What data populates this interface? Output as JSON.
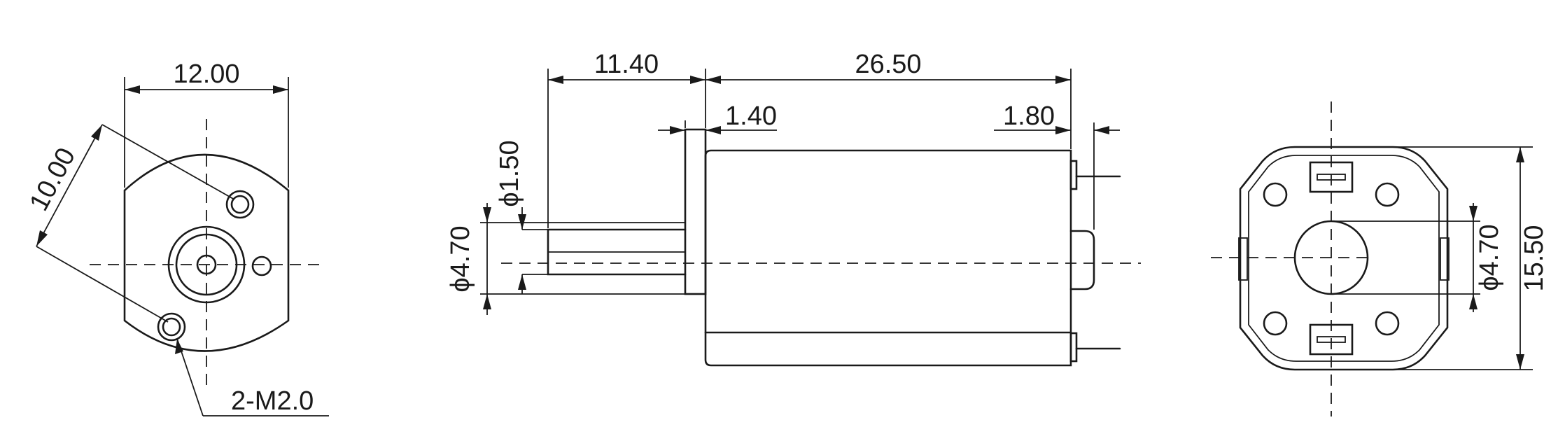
{
  "drawing": {
    "left_view": {
      "width_dim": "12.00",
      "hole_spacing_dim": "10.00",
      "thread_note": "2-M2.0"
    },
    "side_view": {
      "shaft_length_dim": "11.40",
      "body_length_dim": "26.50",
      "flange_thickness_dim": "1.40",
      "terminal_length_dim": "1.80",
      "shaft_diameter_dim": "ϕ1.50",
      "boss_diameter_dim": "ϕ4.70"
    },
    "right_view": {
      "boss_diameter_dim": "ϕ4.70",
      "height_dim": "15.50"
    }
  }
}
